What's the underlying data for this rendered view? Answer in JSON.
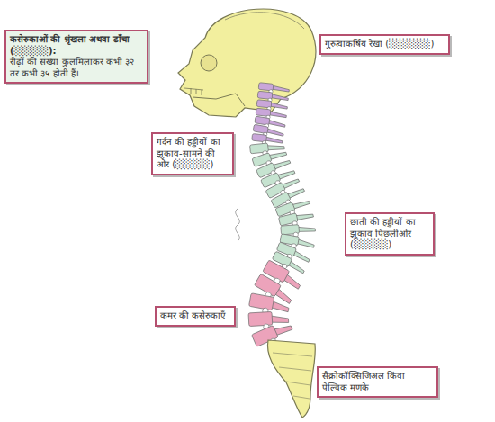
{
  "diagram": {
    "nodes": [
      {
        "text": [
          "कसेरुकाओं की श्रृंखला अथवा ढाँचा (░░░░░):",
          "रीढ़ों की संख्या कुलमिलाकर कभी ३२ तर कभी ३५ होती हैं।"
        ]
      },
      {
        "text": [
          "गुरुत्वाकर्षिय रेखा (░░░░░░)"
        ]
      },
      {
        "text": [
          "गर्दन की हड्डीयों का झुकाव-सामने की ओर (░░░░░)"
        ]
      },
      {
        "text": [
          "छाती की हड्डीयों का झुकाव पिछलीओर (░░░░░)"
        ]
      },
      {
        "text": [
          "कमर की कसेरुकाएँ"
        ]
      },
      {
        "text": [
          "सैक्रोकॉक्सिजिअल किंवा पेल्विक मणके"
        ]
      }
    ]
  }
}
